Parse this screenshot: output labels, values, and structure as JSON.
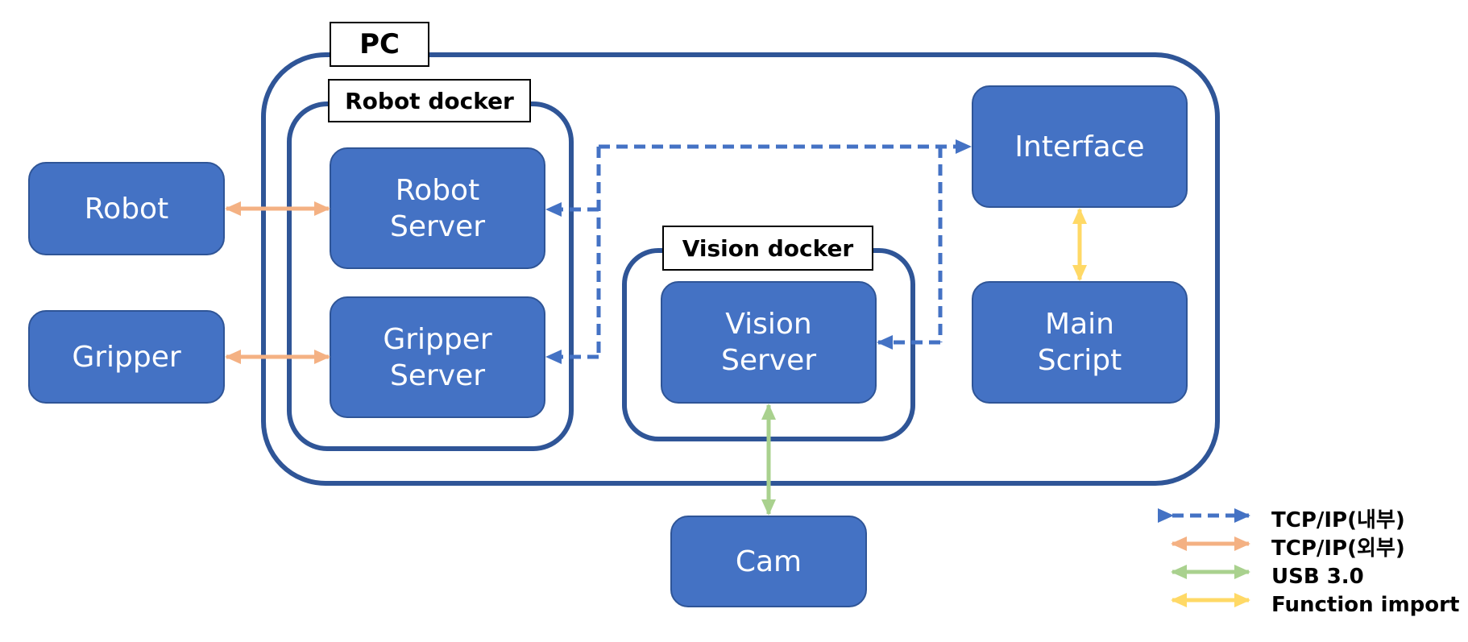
{
  "containers": {
    "pc": "PC",
    "robot_docker": "Robot docker",
    "vision_docker": "Vision docker"
  },
  "nodes": {
    "robot": [
      "Robot"
    ],
    "gripper": [
      "Gripper"
    ],
    "robot_server": [
      "Robot",
      "Server"
    ],
    "gripper_server": [
      "Gripper",
      "Server"
    ],
    "vision_server": [
      "Vision",
      "Server"
    ],
    "interface": [
      "Interface"
    ],
    "main_script": [
      "Main",
      "Script"
    ],
    "cam": [
      "Cam"
    ]
  },
  "legend": [
    {
      "label": "TCP/IP(내부)",
      "color": "#4472C4",
      "style": "dashed"
    },
    {
      "label": "TCP/IP(외부)",
      "color": "#F4B183",
      "style": "solid"
    },
    {
      "label": "USB 3.0",
      "color": "#A9D18E",
      "style": "solid"
    },
    {
      "label": "Function import",
      "color": "#FFD966",
      "style": "solid"
    }
  ],
  "colors": {
    "node_fill": "#4472C4",
    "frame": "#2F5597"
  }
}
